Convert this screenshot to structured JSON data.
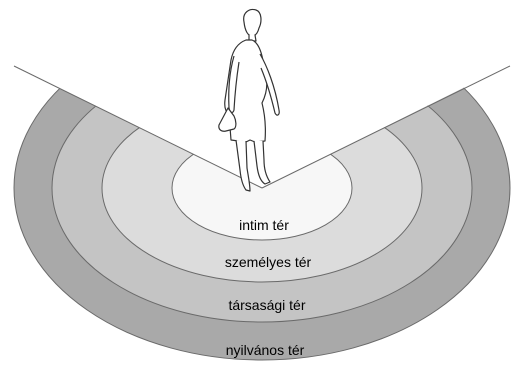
{
  "zones": [
    {
      "label": "intim tér",
      "fill": "#f7f7f7"
    },
    {
      "label": "személyes tér",
      "fill": "#dcdcdc"
    },
    {
      "label": "társasági tér",
      "fill": "#c4c4c4"
    },
    {
      "label": "nyilvános tér",
      "fill": "#a9a9a9"
    }
  ],
  "colors": {
    "outline": "#6a6a6a",
    "figure_fill": "#ffffff",
    "figure_stroke": "#333333"
  },
  "figure": {
    "icon": "standing-woman-silhouette"
  }
}
